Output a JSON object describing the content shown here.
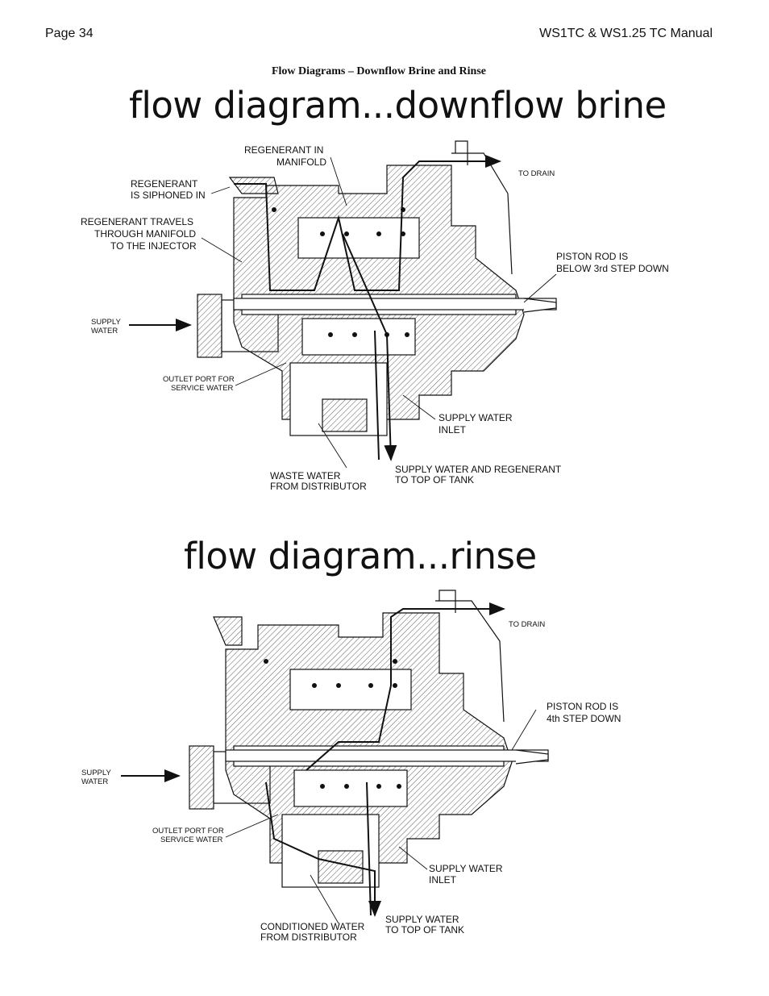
{
  "header": {
    "page_number": "Page 34",
    "manual_title": "WS1TC & WS1.25 TC Manual",
    "section_title": "Flow Diagrams – Downflow Brine and Rinse"
  },
  "diagrams": [
    {
      "title": "flow diagram...downflow brine",
      "labels": {
        "regenerant_in_manifold": [
          "REGENERANT IN",
          "MANIFOLD"
        ],
        "regenerant_siphoned": [
          "REGENERANT",
          "IS SIPHONED IN"
        ],
        "regenerant_travels": [
          "REGENERANT TRAVELS",
          "THROUGH MANIFOLD",
          "TO THE INJECTOR"
        ],
        "to_drain": "TO DRAIN",
        "piston_rod": [
          "PISTON ROD IS",
          "BELOW 3rd STEP DOWN"
        ],
        "supply_water": [
          "SUPPLY",
          "WATER"
        ],
        "outlet_port": [
          "OUTLET PORT FOR",
          "SERVICE WATER"
        ],
        "supply_water_inlet": [
          "SUPPLY WATER",
          "INLET"
        ],
        "waste_water": [
          "WASTE WATER",
          "FROM DISTRIBUTOR"
        ],
        "supply_to_tank": [
          "SUPPLY WATER AND REGENERANT",
          "TO TOP OF TANK"
        ]
      }
    },
    {
      "title": "flow diagram...rinse",
      "labels": {
        "to_drain": "TO DRAIN",
        "piston_rod": [
          "PISTON ROD IS",
          "4th STEP DOWN"
        ],
        "supply_water": [
          "SUPPLY",
          "WATER"
        ],
        "outlet_port": [
          "OUTLET PORT FOR",
          "SERVICE WATER"
        ],
        "supply_water_inlet": [
          "SUPPLY WATER",
          "INLET"
        ],
        "conditioned_water": [
          "CONDITIONED WATER",
          "FROM DISTRIBUTOR"
        ],
        "supply_to_tank": [
          "SUPPLY WATER",
          "TO TOP OF TANK"
        ]
      }
    }
  ]
}
